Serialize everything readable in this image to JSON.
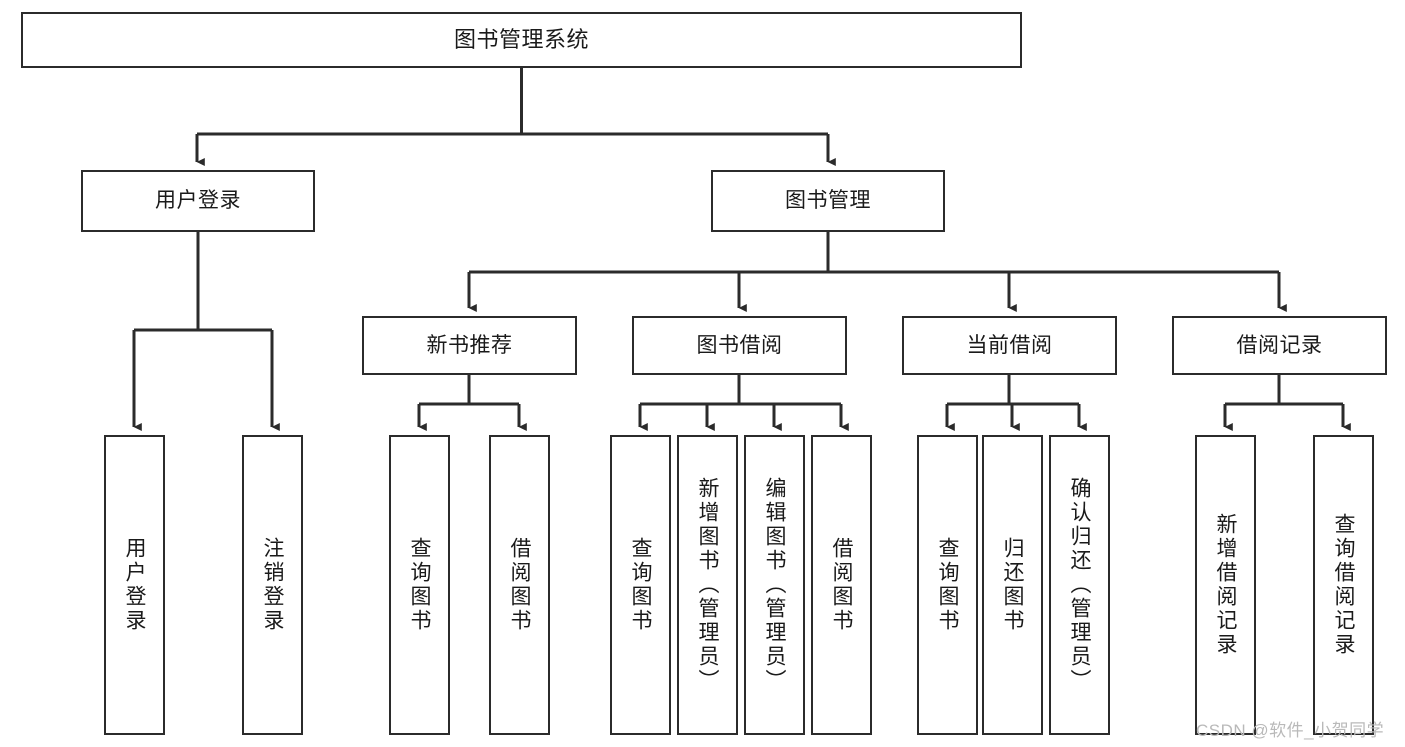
{
  "diagram": {
    "type": "tree-hierarchy",
    "title": "图书管理系统",
    "watermark": "CSDN @软件_小贺同学",
    "colors": {
      "box_border": "#2b2b2b",
      "box_fill": "#ffffff",
      "connector": "#2b2b2b",
      "text": "#1a1a1a",
      "watermark": "#b9b9b9"
    },
    "levels": {
      "root": {
        "label": "图书管理系统"
      },
      "level2": [
        {
          "id": "user-login",
          "label": "用户登录"
        },
        {
          "id": "book-manage",
          "label": "图书管理"
        }
      ],
      "level3": [
        {
          "id": "new-book-recommend",
          "label": "新书推荐",
          "parent": "book-manage"
        },
        {
          "id": "book-borrow",
          "label": "图书借阅",
          "parent": "book-manage"
        },
        {
          "id": "current-borrow",
          "label": "当前借阅",
          "parent": "book-manage"
        },
        {
          "id": "borrow-record",
          "label": "借阅记录",
          "parent": "book-manage"
        }
      ],
      "leaves": [
        {
          "id": "leaf-user-login",
          "label": "用户登录",
          "parent": "user-login"
        },
        {
          "id": "leaf-logout",
          "label": "注销登录",
          "parent": "user-login"
        },
        {
          "id": "leaf-query-book-1",
          "label": "查询图书",
          "parent": "new-book-recommend"
        },
        {
          "id": "leaf-borrow-book-1",
          "label": "借阅图书",
          "parent": "new-book-recommend"
        },
        {
          "id": "leaf-query-book-2",
          "label": "查询图书",
          "parent": "book-borrow"
        },
        {
          "id": "leaf-add-book",
          "label": "新增图书（管理员）",
          "parent": "book-borrow"
        },
        {
          "id": "leaf-edit-book",
          "label": "编辑图书（管理员）",
          "parent": "book-borrow"
        },
        {
          "id": "leaf-borrow-book-2",
          "label": "借阅图书",
          "parent": "book-borrow"
        },
        {
          "id": "leaf-query-book-3",
          "label": "查询图书",
          "parent": "current-borrow"
        },
        {
          "id": "leaf-return-book",
          "label": "归还图书",
          "parent": "current-borrow"
        },
        {
          "id": "leaf-confirm-return",
          "label": "确认归还（管理员）",
          "parent": "current-borrow"
        },
        {
          "id": "leaf-add-record",
          "label": "新增借阅记录",
          "parent": "borrow-record"
        },
        {
          "id": "leaf-query-record",
          "label": "查询借阅记录",
          "parent": "borrow-record"
        }
      ]
    }
  }
}
